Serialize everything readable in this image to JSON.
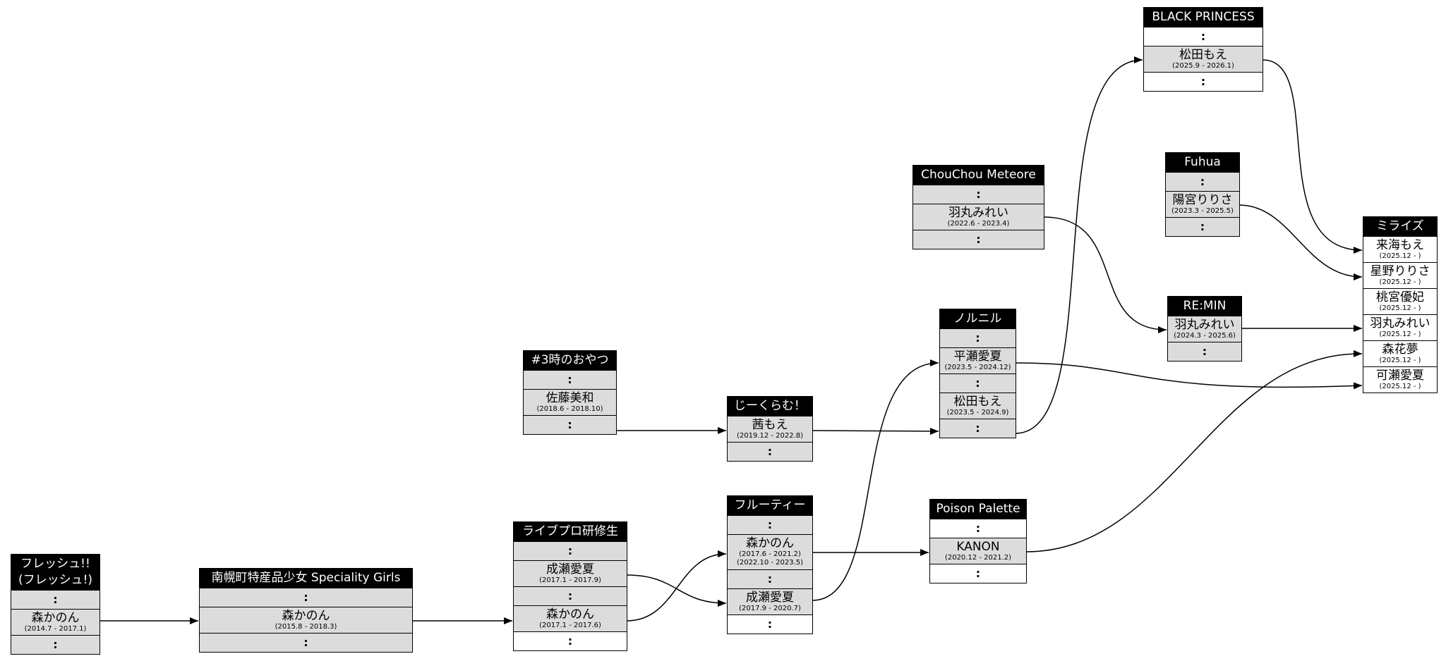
{
  "groups": {
    "fresh": {
      "title": "フレッシュ!!\n(フレッシュ!)",
      "dots": ":",
      "members": [
        {
          "name": "森かのん",
          "period": "(2014.7 - 2017.1)"
        }
      ]
    },
    "minami": {
      "title": "南幌町特産品少女 Speciality Girls",
      "dots": ":",
      "members": [
        {
          "name": "森かのん",
          "period": "(2015.8 - 2018.3)"
        }
      ]
    },
    "livepro": {
      "title": "ライブプロ研修生",
      "dots": ":",
      "members": [
        {
          "name": "成瀬愛夏",
          "period": "(2017.1 - 2017.9)"
        },
        {
          "name": "森かのん",
          "period": "(2017.1 - 2017.6)"
        }
      ]
    },
    "oyatsu": {
      "title": "#3時のおやつ",
      "dots": ":",
      "members": [
        {
          "name": "佐藤美和",
          "period": "(2018.6 - 2018.10)"
        }
      ]
    },
    "jikuram": {
      "title": "じーくらむ！",
      "dots": ":",
      "members": [
        {
          "name": "茜もえ",
          "period": "(2019.12 - 2022.8)"
        }
      ]
    },
    "fruity": {
      "title": "フルーティー",
      "dots": ":",
      "members": [
        {
          "name": "森かのん",
          "period": "(2017.6 - 2021.2)\n(2022.10 - 2023.5)"
        },
        {
          "name": "成瀬愛夏",
          "period": "(2017.9 - 2020.7)"
        }
      ]
    },
    "chouchou": {
      "title": "ChouChou Meteore",
      "dots": ":",
      "members": [
        {
          "name": "羽丸みれい",
          "period": "(2022.6 - 2023.4)"
        }
      ]
    },
    "norunil": {
      "title": "ノルニル",
      "dots": ":",
      "members": [
        {
          "name": "平瀬愛夏",
          "period": "(2023.5 - 2024.12)"
        },
        {
          "name": "松田もえ",
          "period": "(2023.5 - 2024.9)"
        }
      ]
    },
    "poison": {
      "title": "Poison Palette",
      "dots": ":",
      "members": [
        {
          "name": "KANON",
          "period": "(2020.12 - 2021.2)"
        }
      ]
    },
    "blackprincess": {
      "title": "BLACK PRINCESS",
      "dots": ":",
      "members": [
        {
          "name": "松田もえ",
          "period": "(2025.9 - 2026.1)"
        }
      ]
    },
    "fuhua": {
      "title": "Fuhua",
      "dots": ":",
      "members": [
        {
          "name": "陽宮りりさ",
          "period": "(2023.3 - 2025.5)"
        }
      ]
    },
    "remin": {
      "title": "RE:MIN",
      "dots": ":",
      "members": [
        {
          "name": "羽丸みれい",
          "period": "(2024.3 - 2025.6)"
        }
      ]
    },
    "mirize": {
      "title": "ミライズ",
      "members": [
        {
          "name": "来海もえ",
          "period": "(2025.12 - )"
        },
        {
          "name": "星野りりさ",
          "period": "(2025.12 - )"
        },
        {
          "name": "桃宮優妃",
          "period": "(2025.12 - )"
        },
        {
          "name": "羽丸みれい",
          "period": "(2025.12 - )"
        },
        {
          "name": "森花夢",
          "period": "(2025.12 - )"
        },
        {
          "name": "可瀬愛夏",
          "period": "(2025.12 - )"
        }
      ]
    }
  }
}
